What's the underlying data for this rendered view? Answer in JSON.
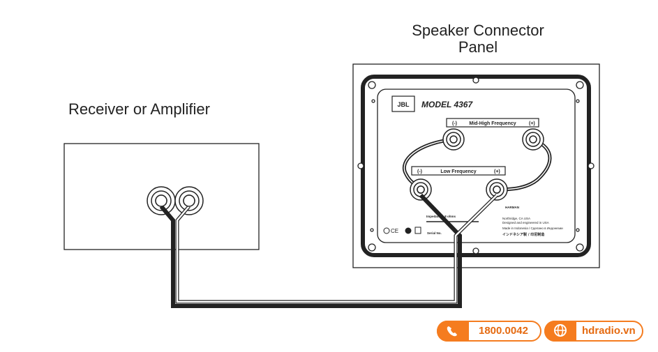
{
  "labels": {
    "speaker_panel_line1": "Speaker Connector",
    "speaker_panel_line2": "Panel",
    "receiver": "Receiver or Amplifier",
    "plus": "+",
    "minus": "-"
  },
  "panel": {
    "brand": "JBL",
    "model": "MODEL 4367",
    "mid_high_label": "Mid-High Frequency",
    "low_label": "Low Frequency",
    "neg": "(-)",
    "pos": "(+)",
    "impedance": "Impedance: 8 ohms",
    "serial": "Serial No.",
    "harman": "HARMAN",
    "notes": [
      "Northridge, CA USA",
      "Designed and engineered in USA",
      "Made in Indonesia / Сделано в Индонезии",
      "インドネシア製 / 印尼制造"
    ]
  },
  "badges": {
    "phone": "1800.0042",
    "website": "hdradio.vn"
  },
  "colors": {
    "accent": "#f57c1f",
    "line": "#222222"
  }
}
